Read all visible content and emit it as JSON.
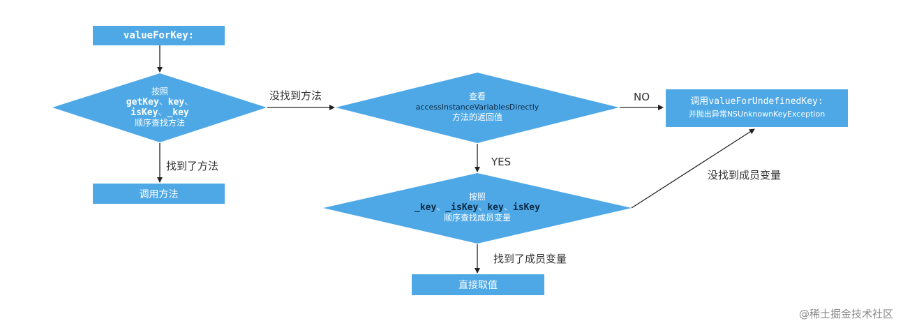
{
  "start_box": "valueForKey:",
  "getter_diamond": {
    "line1": "按照",
    "line2a": "getKey",
    "sep1": "、",
    "line2b": "key",
    "sep2": "、",
    "line3a": "isKey",
    "sep3": "、",
    "line3b": "_key",
    "line4": "顺序查找方法"
  },
  "edge_found_method": "找到了方法",
  "call_method_box": "调用方法",
  "edge_no_method": "没找到方法",
  "access_diamond": {
    "line1": "查看",
    "line2": "accessInstanceVariablesDirectly",
    "line3": "方法的返回值"
  },
  "edge_no": "NO",
  "undefined_box": {
    "line1a": "调用",
    "line1b": "valueForUndefinedKey:",
    "line2a": "并抛出异常",
    "line2b": "NSUnknownKeyException"
  },
  "edge_yes": "YES",
  "ivar_diamond": {
    "line1": "按照",
    "k1": "_key",
    "s1": "、",
    "k2": "_isKey",
    "s2": "、",
    "k3": "key",
    "s3": "、",
    "k4": "isKey",
    "line3": "顺序查找成员变量"
  },
  "edge_no_ivar": "没找到成员变量",
  "edge_found_ivar": "找到了成员变量",
  "value_box": "直接取值",
  "watermark": "@稀土掘金技术社区",
  "colors": {
    "fill": "#4fa8e6",
    "line": "#222222",
    "text": "#333333"
  }
}
